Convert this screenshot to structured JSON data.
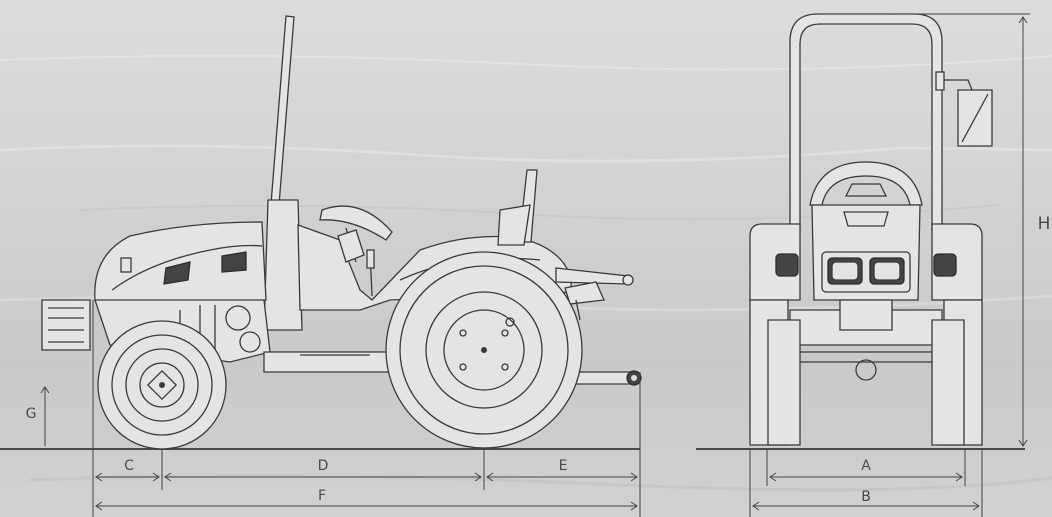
{
  "dimension_labels": {
    "a": "A",
    "b": "B",
    "c": "C",
    "d": "D",
    "e": "E",
    "f": "F",
    "g": "G",
    "h": "H"
  },
  "colors": {
    "line": "#3a3a3a",
    "background": "#d3d3d2"
  }
}
